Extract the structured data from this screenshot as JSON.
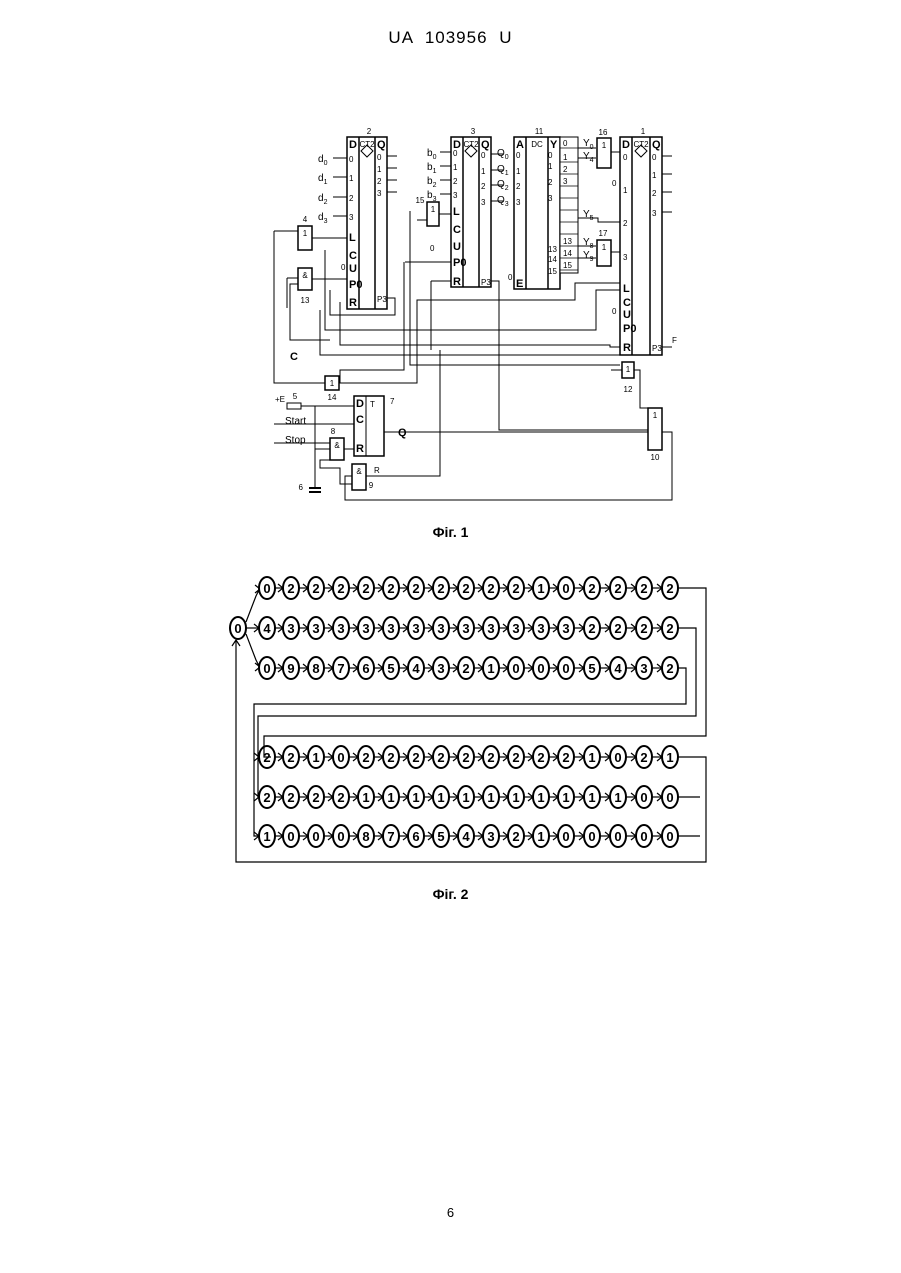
{
  "document": {
    "header": "UA   103956   U",
    "page_number": "6"
  },
  "figure1": {
    "caption": "Фіг. 1",
    "block2": {
      "number": "2",
      "header": [
        "D",
        "CT2",
        "Q"
      ],
      "left_pins": [
        "0",
        "1",
        "2",
        "3",
        "L",
        "C",
        "U",
        "P0",
        "R"
      ],
      "right_pins": [
        "0",
        "1",
        "2",
        "3",
        "P3"
      ]
    },
    "block2_inputs": [
      "d0",
      "d1",
      "d2",
      "d3"
    ],
    "block3": {
      "number": "3",
      "header": [
        "D",
        "CT2",
        "Q"
      ],
      "left_pins": [
        "0",
        "1",
        "2",
        "3",
        "L",
        "C",
        "U",
        "P0",
        "R"
      ],
      "right_pins": [
        "0",
        "1",
        "2",
        "3",
        "P3"
      ]
    },
    "block3_inputs": [
      "b0",
      "b1",
      "b2",
      "b3"
    ],
    "block11": {
      "number": "11",
      "header": [
        "A",
        "DC",
        "Y"
      ],
      "left_pins": [
        "0",
        "1",
        "2",
        "3",
        "E"
      ],
      "right_pins": [
        "0",
        "1",
        "2",
        "3",
        "13",
        "14",
        "15"
      ]
    },
    "block11_inputs": [
      "Q0",
      "Q1",
      "Q2",
      "Q3"
    ],
    "block1": {
      "number": "1",
      "header": [
        "D",
        "CT2",
        "Q"
      ],
      "left_pins": [
        "0",
        "1",
        "2",
        "3",
        "L",
        "C",
        "U",
        "P0",
        "R"
      ],
      "right_pins": [
        "0",
        "1",
        "2",
        "3",
        "P3"
      ]
    },
    "gates": [
      {
        "id": "4",
        "symbol": "1"
      },
      {
        "id": "13",
        "symbol": "&"
      },
      {
        "id": "15",
        "symbol": "1"
      },
      {
        "id": "16",
        "symbol": "1"
      },
      {
        "id": "17",
        "symbol": "1"
      },
      {
        "id": "12",
        "symbol": "1"
      },
      {
        "id": "14",
        "symbol": "1"
      },
      {
        "id": "10",
        "symbol": "1"
      },
      {
        "id": "8",
        "symbol": "&"
      },
      {
        "id": "9",
        "symbol": "&"
      }
    ],
    "trigger7": {
      "number": "7",
      "label": "T",
      "pins": [
        "D",
        "C",
        "R"
      ]
    },
    "resistor": {
      "number": "5",
      "label": "+E"
    },
    "capacitor": {
      "number": "6"
    },
    "signals": {
      "start": "Start",
      "stop": "Stop",
      "c": "C",
      "q": "Q",
      "f": "F",
      "r": "R",
      "zero": "0",
      "y0": "Y0",
      "y4": "Y4",
      "y5": "Y5",
      "y8": "Y8",
      "y9": "Y9"
    }
  },
  "figure2": {
    "caption": "Фіг. 2",
    "start_node": "0",
    "row_groups": [
      [
        [
          "0",
          "2",
          "2",
          "2",
          "2",
          "2",
          "2",
          "2",
          "2",
          "2",
          "2",
          "1",
          "0",
          "2",
          "2",
          "2",
          "2"
        ],
        [
          "4",
          "3",
          "3",
          "3",
          "3",
          "3",
          "3",
          "3",
          "3",
          "3",
          "3",
          "3",
          "3",
          "2",
          "2",
          "2",
          "2"
        ],
        [
          "0",
          "9",
          "8",
          "7",
          "6",
          "5",
          "4",
          "3",
          "2",
          "1",
          "0",
          "0",
          "0",
          "5",
          "4",
          "3",
          "2"
        ]
      ],
      [
        [
          "2",
          "2",
          "1",
          "0",
          "2",
          "2",
          "2",
          "2",
          "2",
          "2",
          "2",
          "2",
          "2",
          "1",
          "0",
          "2",
          "1"
        ],
        [
          "2",
          "2",
          "2",
          "2",
          "1",
          "1",
          "1",
          "1",
          "1",
          "1",
          "1",
          "1",
          "1",
          "1",
          "1",
          "0",
          "0"
        ],
        [
          "1",
          "0",
          "0",
          "0",
          "8",
          "7",
          "6",
          "5",
          "4",
          "3",
          "2",
          "1",
          "0",
          "0",
          "0",
          "0",
          "0"
        ]
      ]
    ]
  }
}
